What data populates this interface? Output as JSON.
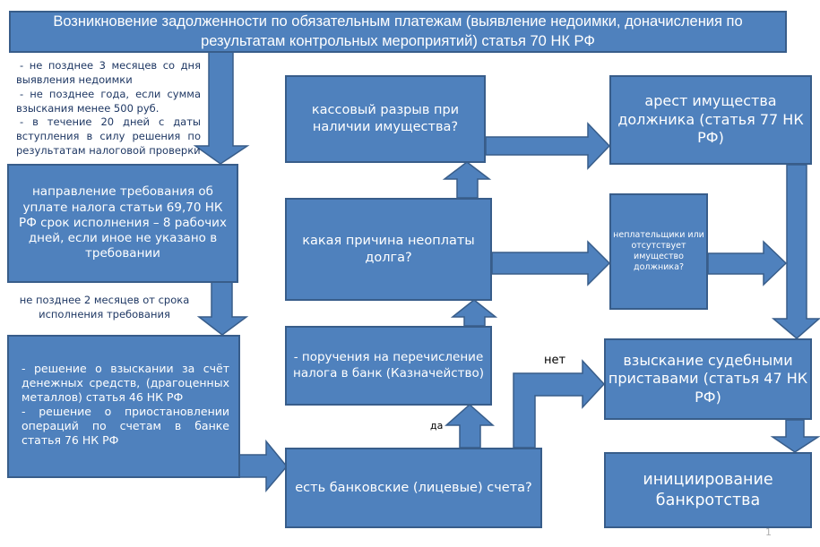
{
  "diagram": {
    "type": "flowchart",
    "colors": {
      "box_fill": "#4f81bd",
      "box_border": "#385d8a",
      "note_text": "#1f3864",
      "box_text": "#ffffff"
    },
    "title_box": "Возникновение задолженности по обязательным платежам (выявление недоимки, доначисления по результатам  контрольных мероприятий) статья 70 НК РФ",
    "note_deadlines": {
      "lines": [
        "- не позднее 3 месяцев со дня выявления недоимки",
        "- не позднее года, если сумма взыскания менее 500 руб.",
        "- в течение 20 дней с даты вступления в силу решения по результатам налоговой проверки"
      ]
    },
    "box_demand": "направление требования об уплате налога статьи 69,70 НК РФ срок исполнения – 8 рабочих дней, если иное не указано в требовании",
    "note_two_months": "не позднее 2 месяцев от срока исполнения требования",
    "box_decision": {
      "lines": [
        "- решение о взыскании за счёт денежных средств, (драгоценных металлов) статья  46 НК РФ",
        "- решение о приостановлении операций по счетам в банке статья 76 НК РФ"
      ]
    },
    "box_bank_accounts": "есть банковские (лицевые) счета?",
    "label_yes": "да",
    "label_no": "нет",
    "box_payment_order": "- поручения на перечисление налога в банк (Казначейство)",
    "box_reason": "какая причина неоплаты долга?",
    "box_cash_gap": "кассовый разрыв при наличии имущества?",
    "box_arrest": "арест имущества должника (статья 77 НК РФ)",
    "box_nonpayer": "неплательщики или отсутствует имущество должника?",
    "box_bailiffs": "взыскание судебными приставами (статья 47 НК РФ)",
    "box_bankruptcy": "инициирование банкротства",
    "page_number": "1",
    "edges": [
      {
        "from": "title_box",
        "to": "box_demand",
        "label": ""
      },
      {
        "from": "box_demand",
        "to": "box_decision",
        "label": ""
      },
      {
        "from": "box_decision",
        "to": "box_bank_accounts",
        "label": ""
      },
      {
        "from": "box_bank_accounts",
        "to": "box_payment_order",
        "label": "да"
      },
      {
        "from": "box_bank_accounts",
        "to": "box_bailiffs",
        "label": "нет"
      },
      {
        "from": "box_payment_order",
        "to": "box_reason",
        "label": ""
      },
      {
        "from": "box_reason",
        "to": "box_cash_gap",
        "label": ""
      },
      {
        "from": "box_reason",
        "to": "box_nonpayer",
        "label": ""
      },
      {
        "from": "box_cash_gap",
        "to": "box_arrest",
        "label": ""
      },
      {
        "from": "box_arrest",
        "to": "box_bailiffs",
        "label": ""
      },
      {
        "from": "box_nonpayer",
        "to": "box_bailiffs",
        "label": ""
      },
      {
        "from": "box_bailiffs",
        "to": "box_bankruptcy",
        "label": ""
      }
    ]
  }
}
